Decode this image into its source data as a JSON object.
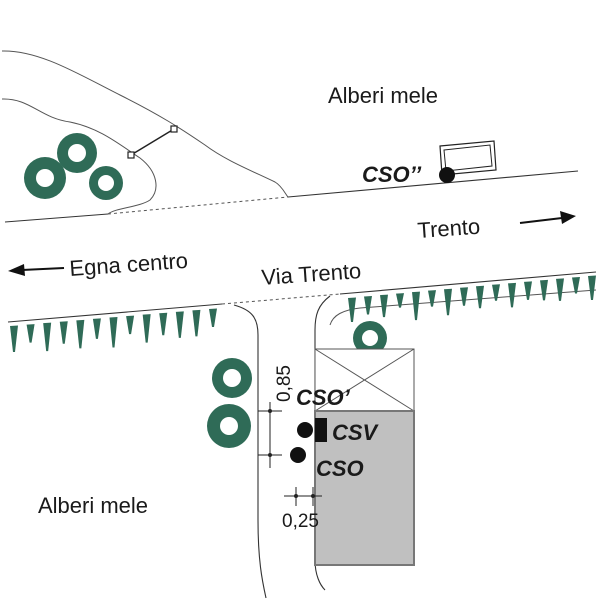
{
  "labels": {
    "orchard_top": "Alberi mele",
    "orchard_bottom": "Alberi mele",
    "direction_east": "Trento",
    "direction_west": "Egna centro",
    "street": "Via Trento",
    "cso_double": "CSO’’",
    "cso_single": "CSO’",
    "csv": "CSV",
    "cso": "CSO",
    "dim_vertical": "0,85",
    "dim_horizontal": "0,25"
  },
  "colors": {
    "vegetation": "#2f6b57",
    "building_fill": "#c0c0c0",
    "marker": "#111111"
  }
}
